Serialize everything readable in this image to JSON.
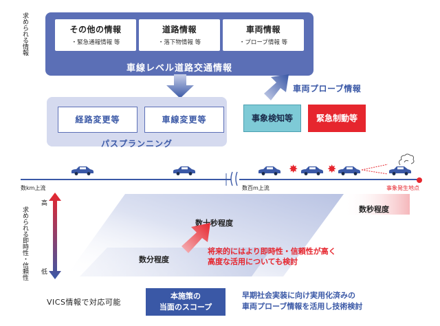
{
  "left_labels": {
    "top": "求められる情報",
    "bottom": "求められる即時性・信頼性"
  },
  "info_panel": {
    "boxes": [
      {
        "title": "その他の情報",
        "sub": "・緊急通報情報 等"
      },
      {
        "title": "道路情報",
        "sub": "・落下物情報 等"
      },
      {
        "title": "車両情報",
        "sub": "・プローブ情報 等"
      }
    ],
    "caption": "車線レベル道路交通情報"
  },
  "route_panel": {
    "boxes": [
      "経路変更等",
      "車線変更等"
    ],
    "caption": "パスプランニング"
  },
  "actions": {
    "detect": "事象検知等",
    "brake": "緊急制動等",
    "probe": "車両プローブ情報"
  },
  "road": {
    "far": "数km上流",
    "near": "数百m上流",
    "incident": "事象発生地点"
  },
  "axis": {
    "high": "高",
    "low": "低"
  },
  "grades": {
    "minutes": "数分程度",
    "tens_seconds": "数十秒程度",
    "seconds": "数秒程度"
  },
  "future": {
    "line1": "将来的にはより即時性・信頼性が高く",
    "line2": "高度な活用についても検討"
  },
  "legend": {
    "vics": "VICS情報で対応可能",
    "scope_line1": "本施策の",
    "scope_line2": "当面のスコープ",
    "desc_line1": "早期社会実装に向け実用化済みの",
    "desc_line2": "車両プローブ情報を活用し技術検討"
  },
  "colors": {
    "navy": "#3a58a6",
    "panel": "#5b6fb6",
    "light": "#d5daef",
    "teal": "#7ecad6",
    "red": "#e6262e"
  }
}
